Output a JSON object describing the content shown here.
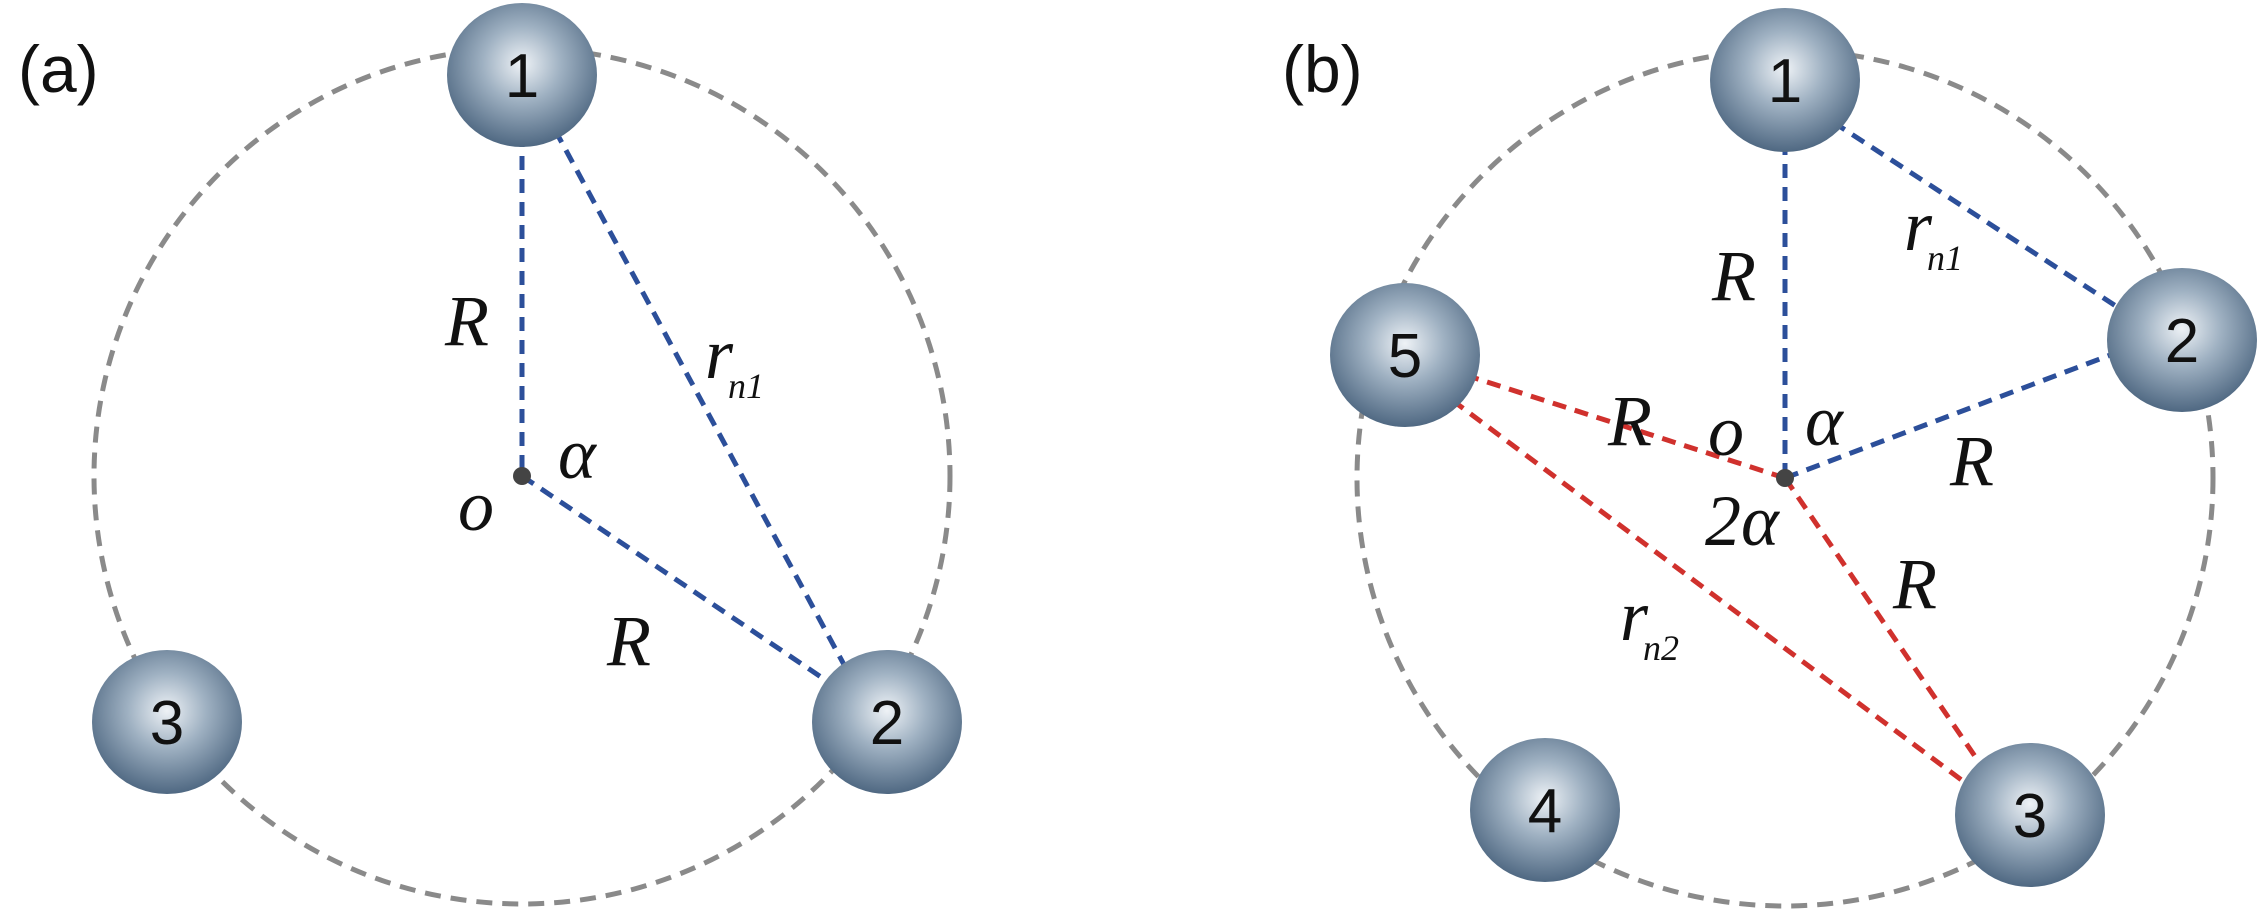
{
  "panel_a": {
    "label": "(a)",
    "nodes": [
      "1",
      "2",
      "3"
    ],
    "center": "o",
    "labels": {
      "R_upper": "R",
      "R_lower": "R",
      "r": "r",
      "r_sub": "n1",
      "angle": "α"
    }
  },
  "panel_b": {
    "label": "(b)",
    "nodes": [
      "1",
      "2",
      "3",
      "4",
      "5"
    ],
    "center": "o",
    "labels": {
      "R_top": "R",
      "R_right": "R",
      "R_left": "R",
      "R_lower": "R",
      "r1": "r",
      "r1_sub": "n1",
      "r2": "r",
      "r2_sub": "n2",
      "angle": "α",
      "angle2": "2α"
    }
  },
  "colors": {
    "blue": "#2c4f9a",
    "red": "#d0312d",
    "ring": "#8a8a8a",
    "node": "#5c768f"
  }
}
